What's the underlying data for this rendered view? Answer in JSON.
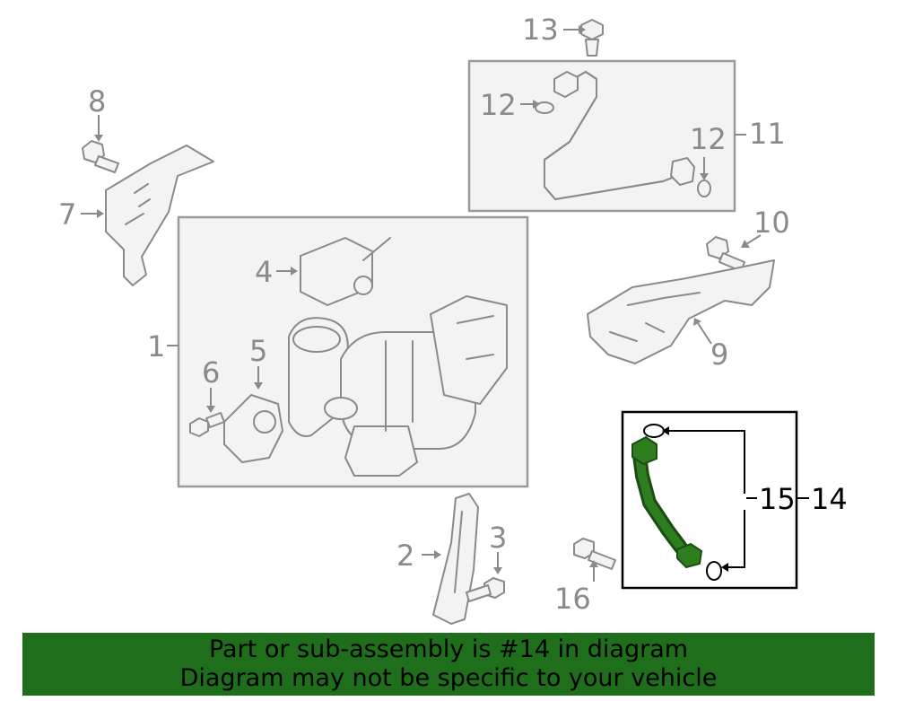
{
  "callouts": {
    "c1": "1",
    "c2": "2",
    "c3": "3",
    "c4": "4",
    "c5": "5",
    "c6": "6",
    "c7": "7",
    "c8": "8",
    "c9": "9",
    "c10": "10",
    "c11": "11",
    "c12a": "12",
    "c12b": "12",
    "c13": "13",
    "c14": "14",
    "c15": "15",
    "c16": "16"
  },
  "banner": {
    "line1": "Part or sub-assembly is #14 in diagram",
    "line2": "Diagram may not be specific to your vehicle"
  },
  "colors": {
    "banner_bg": "#1f6e1b",
    "highlight_part": "#2e7d1f",
    "outline": "#8a8a8a",
    "box_fill": "#f3f3f3"
  }
}
